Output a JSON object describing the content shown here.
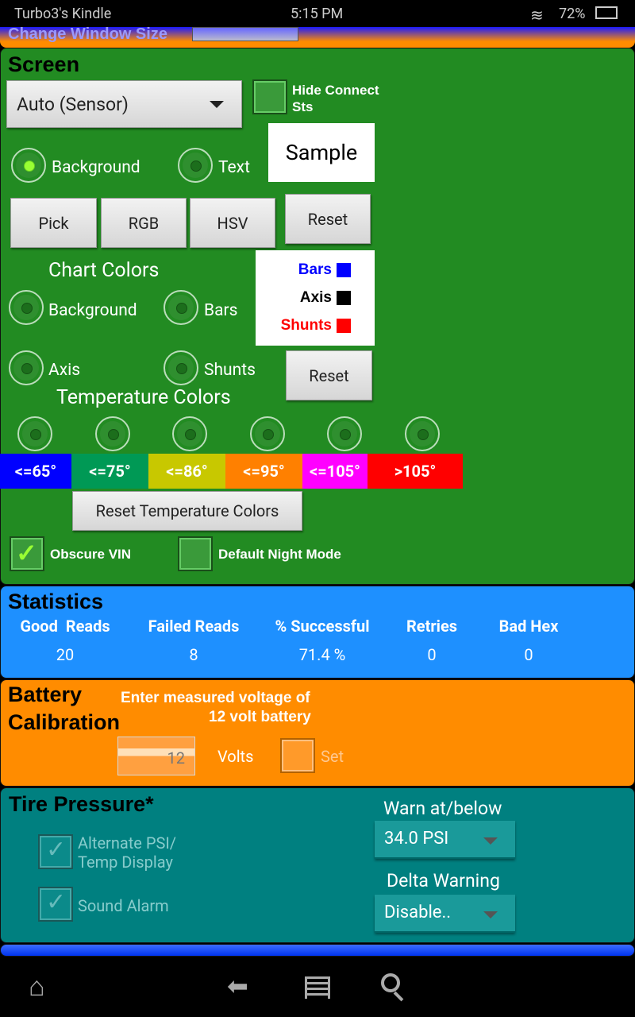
{
  "status_bar": {
    "device": "Turbo3's Kindle",
    "time": "5:15 PM",
    "battery": "72%"
  },
  "top_strip": {
    "label": "Change Window Size"
  },
  "screen": {
    "title": "Screen",
    "mode_select": "Auto (Sensor)",
    "hide_connect_label": "Hide Connect Sts",
    "hide_connect_checked": false,
    "radio_background": "Background",
    "radio_text": "Text",
    "selected": "Background",
    "sample": "Sample",
    "pick": "Pick",
    "rgb": "RGB",
    "hsv": "HSV",
    "reset": "Reset",
    "chart_colors_title": "Chart Colors",
    "chart_radios": [
      "Background",
      "Bars",
      "Axis",
      "Shunts"
    ],
    "chart_reset": "Reset",
    "legend": [
      {
        "label": "Bars",
        "color": "#0000ff"
      },
      {
        "label": "Axis",
        "color": "#000000"
      },
      {
        "label": "Shunts",
        "color": "#ff0000"
      }
    ],
    "temp_title": "Temperature Colors",
    "temps": [
      {
        "label": "<=65°",
        "color": "#0000ff"
      },
      {
        "label": "<=75°",
        "color": "#009955"
      },
      {
        "label": "<=86°",
        "color": "#c8c800"
      },
      {
        "label": "<=95°",
        "color": "#ff8000"
      },
      {
        "label": "<=105°",
        "color": "#ff00ff"
      },
      {
        "label": ">105°",
        "color": "#ff0000"
      }
    ],
    "reset_temp": "Reset Temperature Colors",
    "obscure_vin": "Obscure VIN",
    "obscure_vin_checked": true,
    "night_mode": "Default Night Mode",
    "night_mode_checked": false
  },
  "statistics": {
    "title": "Statistics",
    "headers": [
      "Good  Reads",
      "Failed Reads",
      "% Successful",
      "Retries",
      "Bad Hex"
    ],
    "values": [
      "20",
      "8",
      "71.4 %",
      "0",
      "0"
    ]
  },
  "battery": {
    "title1": "Battery",
    "title2": "Calibration",
    "prompt1": "Enter measured voltage of",
    "prompt2": "12 volt battery",
    "value": "12",
    "units": "Volts",
    "set": "Set"
  },
  "tire": {
    "title": "Tire Pressure*",
    "alt_display": "Alternate PSI/",
    "alt_display2": "Temp Display",
    "sound_alarm": "Sound Alarm",
    "warn_label": "Warn at/below",
    "warn_value": "34.0 PSI",
    "delta_label": "Delta Warning",
    "delta_value": "Disable.."
  }
}
